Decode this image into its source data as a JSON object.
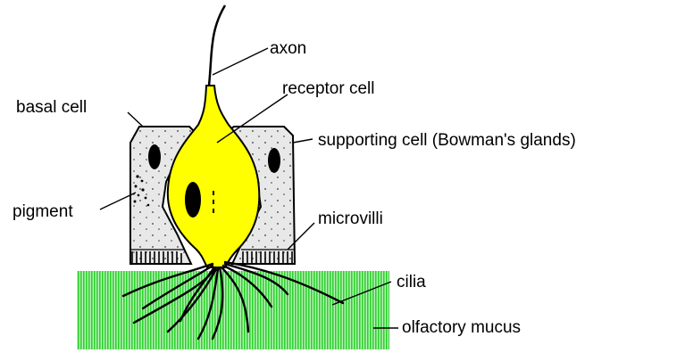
{
  "labels": {
    "axon": "axon",
    "receptor_cell": "receptor cell",
    "basal_cell": "basal cell",
    "supporting_cell": "supporting cell (Bowman's glands)",
    "pigment": "pigment",
    "microvilli": "microvilli",
    "cilia": "cilia",
    "olfactory_mucus": "olfactory mucus"
  },
  "colors": {
    "receptor_fill": "#ffff00",
    "cell_fill": "#e8e8e8",
    "mucus": "#2fd12f",
    "outline": "#000000",
    "background": "#ffffff"
  }
}
